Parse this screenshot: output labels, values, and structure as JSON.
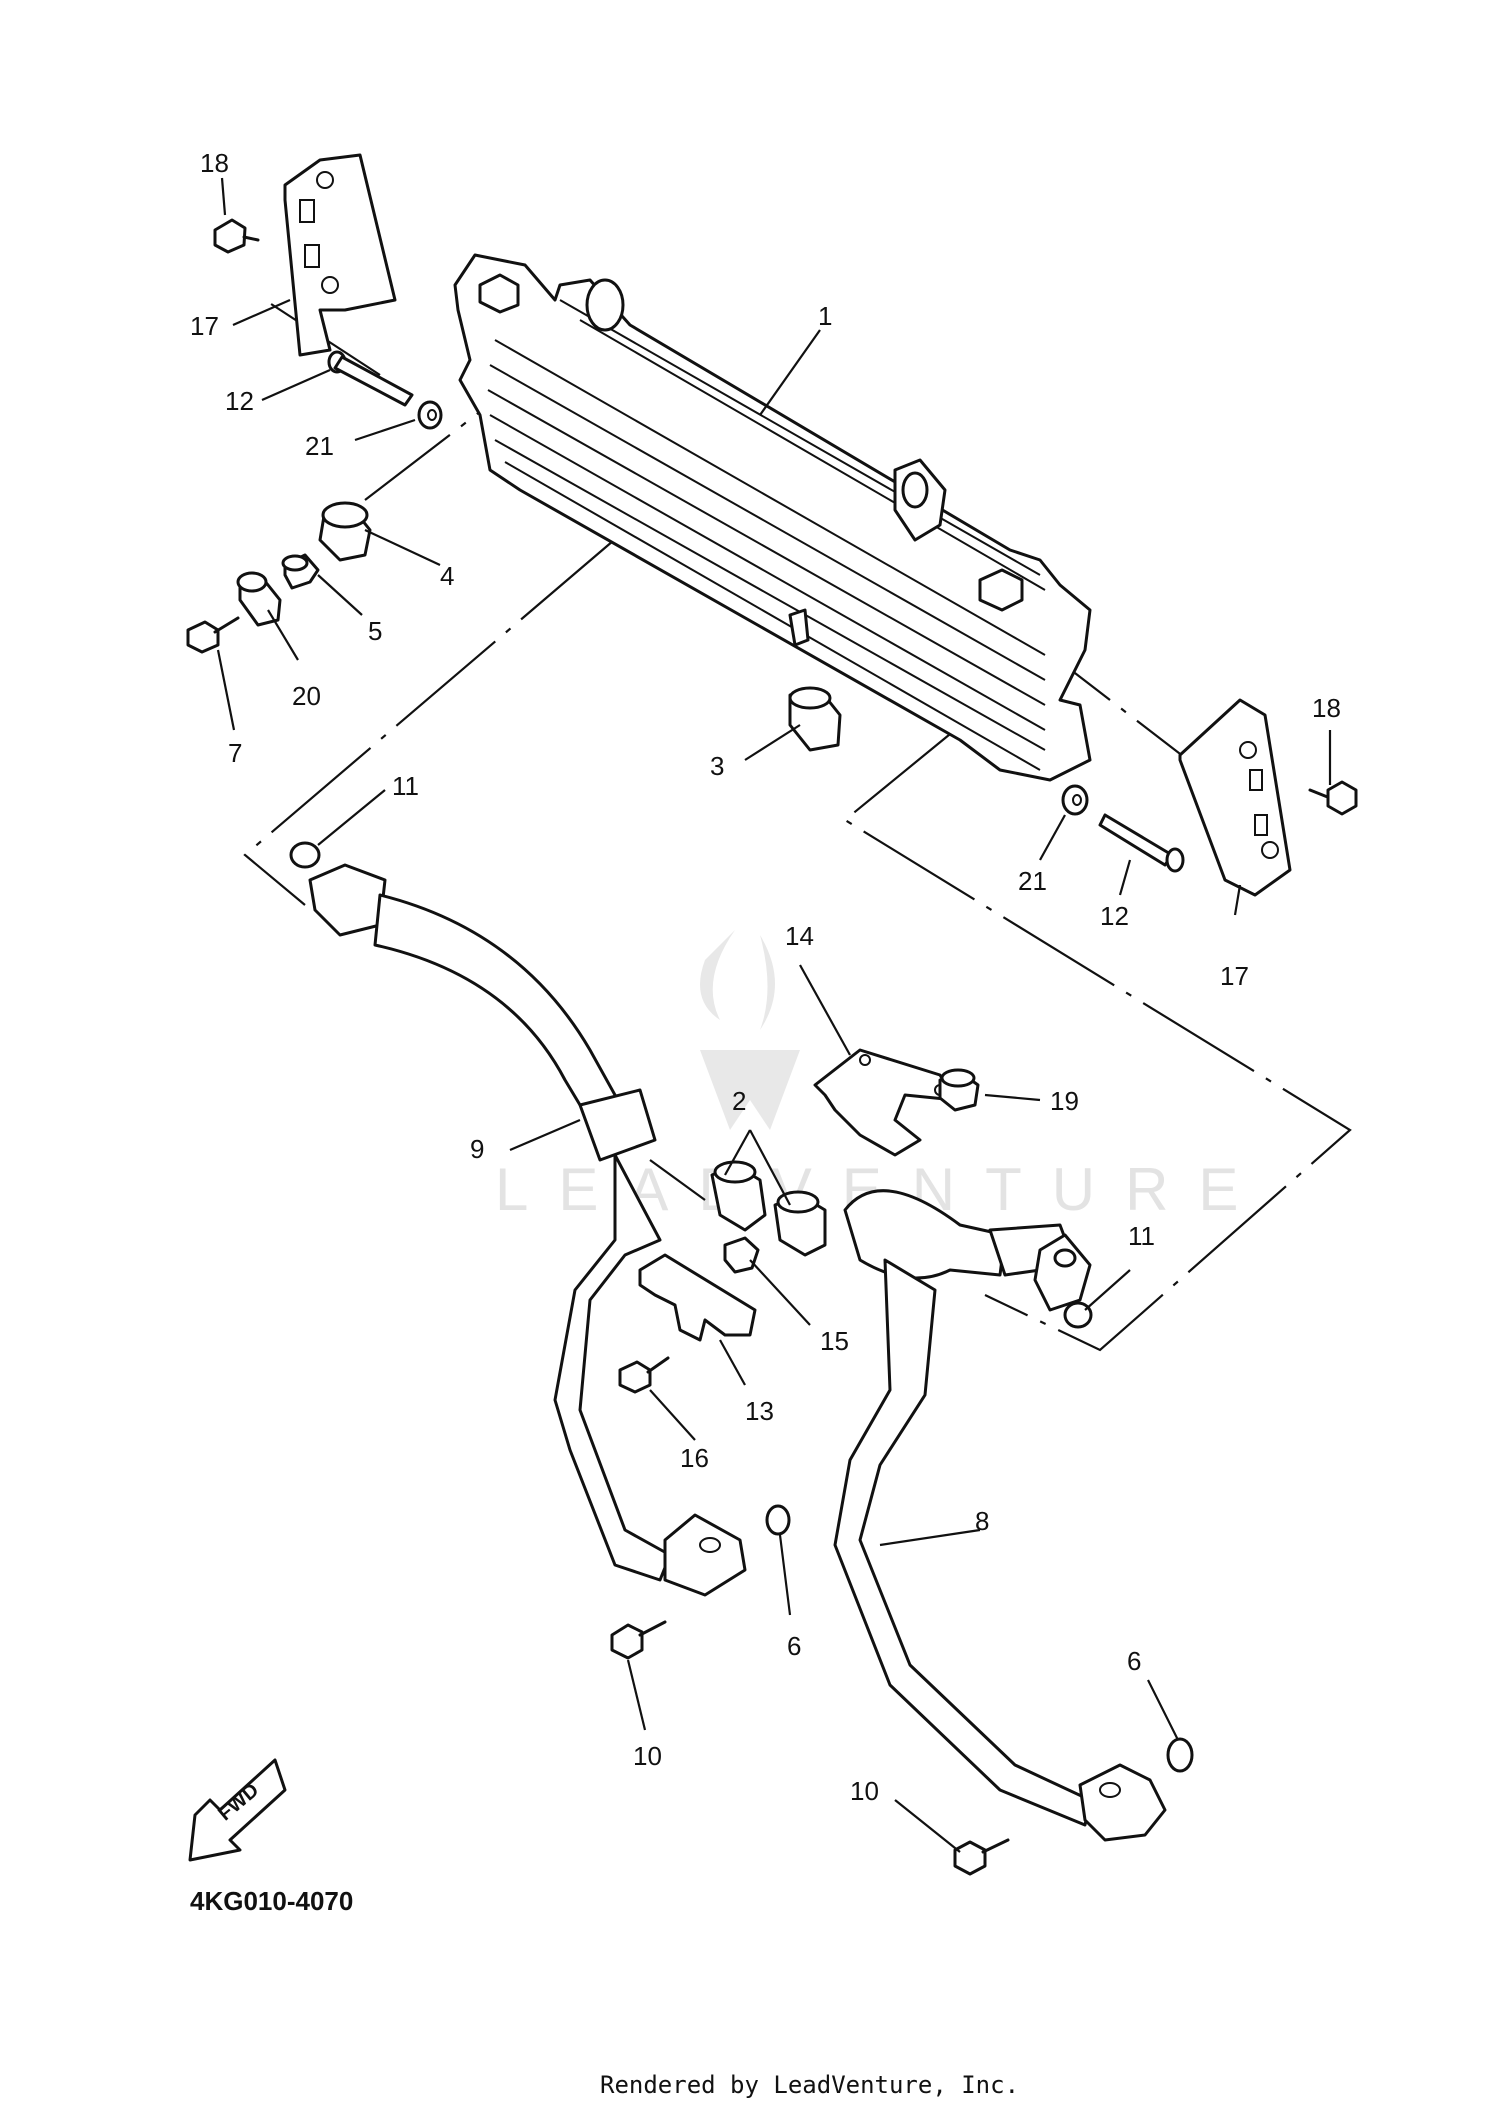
{
  "diagram_code": "4KG010-4070",
  "footer": "Rendered by LeadVenture, Inc.",
  "watermark": "LEADVENTURE",
  "fwd_label": "FWD",
  "callouts": [
    {
      "id": "c1",
      "label": "1"
    },
    {
      "id": "c2",
      "label": "2"
    },
    {
      "id": "c3",
      "label": "3"
    },
    {
      "id": "c4",
      "label": "4"
    },
    {
      "id": "c5",
      "label": "5"
    },
    {
      "id": "c6a",
      "label": "6"
    },
    {
      "id": "c6b",
      "label": "6"
    },
    {
      "id": "c7",
      "label": "7"
    },
    {
      "id": "c8",
      "label": "8"
    },
    {
      "id": "c9",
      "label": "9"
    },
    {
      "id": "c10a",
      "label": "10"
    },
    {
      "id": "c10b",
      "label": "10"
    },
    {
      "id": "c11a",
      "label": "11"
    },
    {
      "id": "c11b",
      "label": "11"
    },
    {
      "id": "c12a",
      "label": "12"
    },
    {
      "id": "c12b",
      "label": "12"
    },
    {
      "id": "c13",
      "label": "13"
    },
    {
      "id": "c14",
      "label": "14"
    },
    {
      "id": "c15",
      "label": "15"
    },
    {
      "id": "c16",
      "label": "16"
    },
    {
      "id": "c17a",
      "label": "17"
    },
    {
      "id": "c17b",
      "label": "17"
    },
    {
      "id": "c18a",
      "label": "18"
    },
    {
      "id": "c18b",
      "label": "18"
    },
    {
      "id": "c19",
      "label": "19"
    },
    {
      "id": "c20",
      "label": "20"
    },
    {
      "id": "c21a",
      "label": "21"
    },
    {
      "id": "c21b",
      "label": "21"
    }
  ]
}
